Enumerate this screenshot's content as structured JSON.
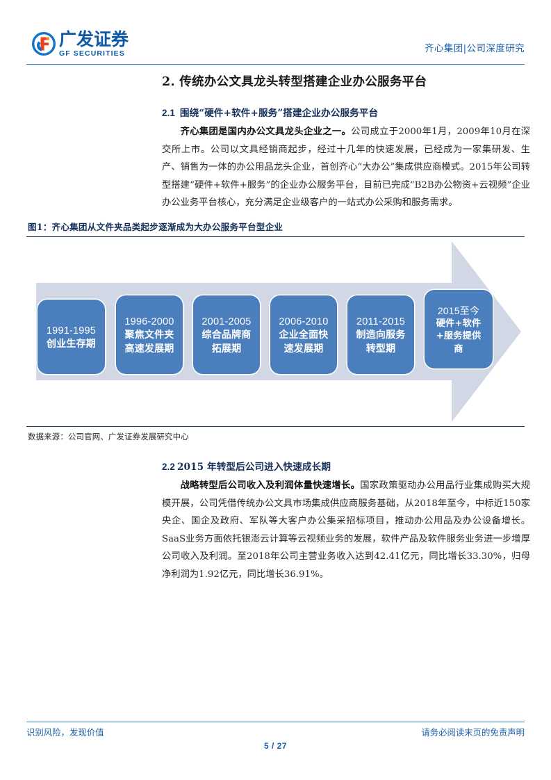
{
  "header": {
    "logo_cn": "广发证券",
    "logo_en": "GF SECURITIES",
    "breadcrumb": "齐心集团|公司深度研究"
  },
  "main": {
    "chapter_title": "2. 传统办公文具龙头转型搭建企业办公服务平台",
    "section_21": {
      "number": "2.1",
      "title": "围绕“硬件+软件+服务”搭建企业办公服务平台",
      "lead": "齐心集团是国内办公文具龙头企业之一。",
      "body": "公司成立于2000年1月，2009年10月在深交所上市。公司以文具经销商起步，经过十几年的快速发展，已经成为一家集研发、生产、销售为一体的办公用品龙头企业，首创齐心“大办公”集成供应商模式。2015年公司转型搭建“硬件+软件+服务”的企业办公服务平台，目前已完成“B2B办公物资+云视频”企业办公业务平台核心，充分满足企业级客户的一站式办公采购和服务需求。"
    },
    "section_22": {
      "number": "2.2",
      "title": "2015 年转型后公司进入快速成长期",
      "lead": "战略转型后公司收入及利润体量快速增长。",
      "body": "国家政策驱动办公用品行业集成购买大规模开展，公司凭借传统办公文具市场集成供应商服务基础，从2018年至今，中标近150家央企、国企及政府、军队等大客户办公集采招标项目，推动办公用品及办公设备增长。SaaS业务方面依托银澎云计算等云视频业务的发展，软件产品及软件服务业务进一步增厚公司收入及利润。至2018年公司主营业务收入达到42.41亿元，同比增长33.30%，归母净利润为1.92亿元，同比增长36.91%。"
    }
  },
  "figure": {
    "caption": "图1：齐心集团从文件夹品类起步逐渐成为大办公服务平台型企业",
    "source": "数据来源：公司官网、广发证券发展研究中心",
    "colors": {
      "box_fill": "#4a7ebc",
      "arrow_fill": "#d2d7e6",
      "caption": "#16305a"
    },
    "stages": [
      {
        "years": "1991-1995",
        "label_line1": "创业生存期",
        "label_line2": ""
      },
      {
        "years": "1996-2000",
        "label_line1": "聚焦文件夹",
        "label_line2": "高速发展期"
      },
      {
        "years": "2001-2005",
        "label_line1": "综合品牌商",
        "label_line2": "拓展期"
      },
      {
        "years": "2006-2010",
        "label_line1": "企业全面快",
        "label_line2": "速发展期"
      },
      {
        "years": "2011-2015",
        "label_line1": "制造向服务",
        "label_line2": "转型期"
      },
      {
        "years": "2015至今",
        "label_line1": "硬件+软件",
        "label_line2": "+服务提供",
        "label_line3": "商"
      }
    ]
  },
  "footer": {
    "left": "识别风险，发现价值",
    "right": "请务必阅读末页的免责声明",
    "page": "5 / 27"
  }
}
